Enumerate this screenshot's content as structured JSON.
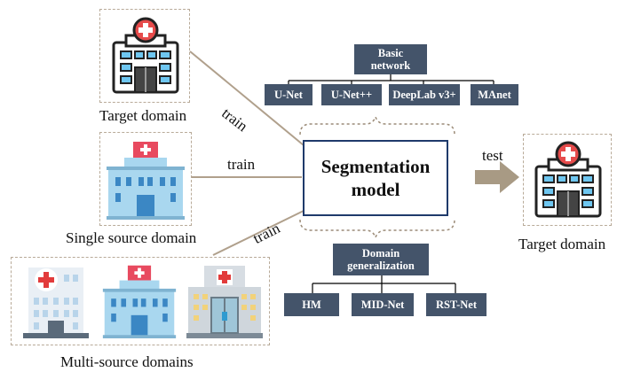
{
  "captions": {
    "target_top": "Target domain",
    "single_source": "Single source domain",
    "multi_source": "Multi-source domains",
    "target_right": "Target domain"
  },
  "edge_labels": {
    "train_top": "train",
    "train_middle": "train",
    "train_bottom": "train",
    "test": "test"
  },
  "center": {
    "line1": "Segmentation",
    "line2": "model"
  },
  "basic_network": {
    "title_line1": "Basic",
    "title_line2": "network",
    "items": [
      "U-Net",
      "U-Net++",
      "DeepLab v3+",
      "MAnet"
    ]
  },
  "domain_generalization": {
    "title_line1": "Domain",
    "title_line2": "generalization",
    "items": [
      "HM",
      "MID-Net",
      "RST-Net"
    ]
  },
  "colors": {
    "tag_fill": "#44546a",
    "model_border": "#1f3a6b",
    "arrow": "#a89a84",
    "dash_border": "#b8aa98"
  },
  "icons": [
    "hospital-outline-icon",
    "hospital-flat-icon",
    "hospital-round-cross-icon",
    "hospital-glass-door-icon"
  ]
}
